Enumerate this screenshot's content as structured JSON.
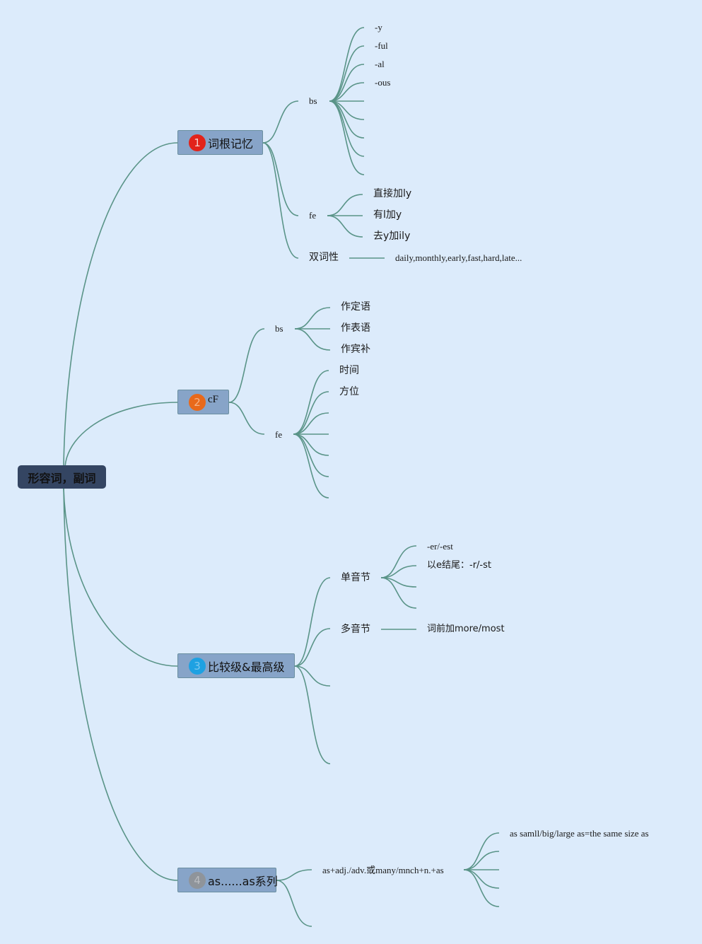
{
  "mindmap": {
    "root": "形容词，副词",
    "link_color": "#5a9488",
    "branches": [
      {
        "number": "1",
        "badge_color": "#e2231a",
        "badge_text_color": "#f5d0cc",
        "label": "词根记忆",
        "children": [
          {
            "label": "bs",
            "children": [
              "-y",
              "-ful",
              "-al",
              "-ous",
              "",
              "",
              "",
              "",
              ""
            ]
          },
          {
            "label": "fe",
            "children": [
              "直接加ly",
              "有l加y",
              "去y加ily"
            ]
          },
          {
            "label": "双词性",
            "children": [
              "daily,monthly,early,fast,hard,late..."
            ]
          }
        ]
      },
      {
        "number": "2",
        "badge_color": "#e8691b",
        "badge_text_color": "#f4b48a",
        "label": "cF",
        "children": [
          {
            "label": "bs",
            "children": [
              "作定语",
              "作表语",
              "作宾补"
            ]
          },
          {
            "label": "fe",
            "children": [
              "时间",
              "方位",
              "",
              "",
              "",
              "",
              ""
            ]
          }
        ]
      },
      {
        "number": "3",
        "badge_color": "#1ea1e2",
        "badge_text_color": "#7cc8ef",
        "label": "比较级&最高级",
        "children": [
          {
            "label": "单音节",
            "children": [
              "-er/-est",
              "以e结尾：-r/-st",
              "",
              ""
            ]
          },
          {
            "label": "多音节",
            "children": [
              "词前加more/most"
            ]
          },
          {
            "label": "",
            "children": []
          },
          {
            "label": "",
            "children": []
          }
        ]
      },
      {
        "number": "4",
        "badge_color": "#8f949a",
        "badge_text_color": "#b9bcc0",
        "label": "as......as系列",
        "children": [
          {
            "label": "as+adj./adv.或many/mnch+n.+as",
            "children": [
              "as samll/big/large as=the same size as",
              "",
              "",
              "",
              ""
            ]
          },
          {
            "label": "",
            "children": []
          }
        ]
      }
    ]
  }
}
